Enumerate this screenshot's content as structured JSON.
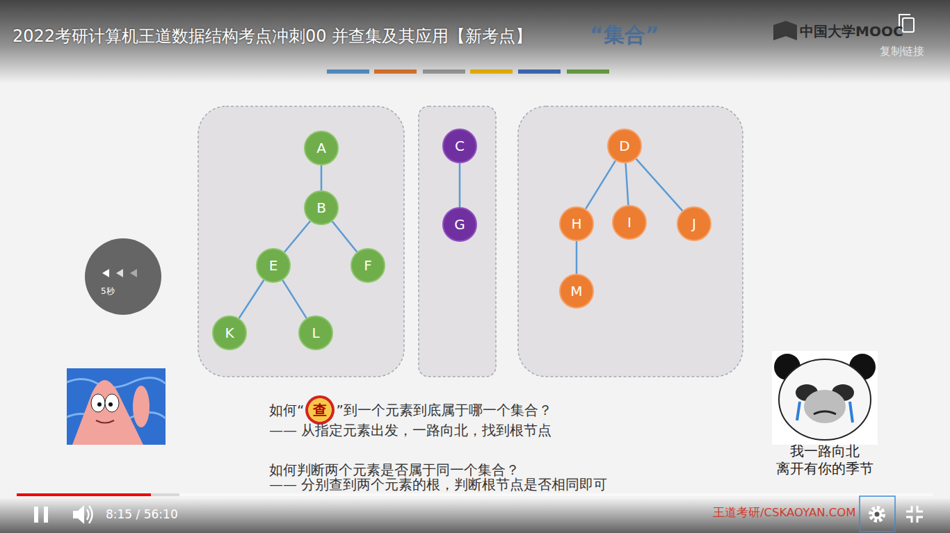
{
  "diagram": {
    "title": "2022考研计算机王道数据结构考点冲刺00 并查集及其应用【新考点】",
    "nodes": [
      {
        "text": [
          "A"
        ]
      },
      {
        "text": [
          "B"
        ]
      },
      {
        "text": [
          "E"
        ]
      },
      {
        "text": [
          "F"
        ]
      },
      {
        "text": [
          "K"
        ]
      },
      {
        "text": [
          "L"
        ]
      },
      {
        "text": [
          "C"
        ]
      },
      {
        "text": [
          "G"
        ]
      },
      {
        "text": [
          "D"
        ]
      },
      {
        "text": [
          "H"
        ]
      },
      {
        "text": [
          "I"
        ]
      },
      {
        "text": [
          "J"
        ]
      },
      {
        "text": [
          "M"
        ]
      }
    ],
    "edges": [
      {
        "from": 0,
        "to": 1,
        "arrow": "none"
      },
      {
        "from": 1,
        "to": 2,
        "arrow": "none"
      },
      {
        "from": 1,
        "to": 3,
        "arrow": "none"
      },
      {
        "from": 2,
        "to": 4,
        "arrow": "none"
      },
      {
        "from": 2,
        "to": 5,
        "arrow": "none"
      },
      {
        "from": 6,
        "to": 7,
        "arrow": "none"
      },
      {
        "from": 8,
        "to": 9,
        "arrow": "none"
      },
      {
        "from": 8,
        "to": 10,
        "arrow": "none"
      },
      {
        "from": 8,
        "to": 11,
        "arrow": "none"
      },
      {
        "from": 9,
        "to": 12,
        "arrow": "none"
      }
    ],
    "labels": [
      "“集合”",
      "如何“",
      "查",
      "”到一个元素到底属于哪一个集合？",
      "—— 从指定元素出发，一路向北，找到根节点",
      "如何判断两个元素是否属于同一个集合？",
      "—— 分别查到两个元素的根，判断根节点是否相同即可",
      "我一路向北",
      "离开有你的季节",
      "中国大学MOOC",
      "复制链接",
      "5秒",
      "王道考研/CSKAOYAN.COM",
      "8:15 / 56:10"
    ]
  }
}
